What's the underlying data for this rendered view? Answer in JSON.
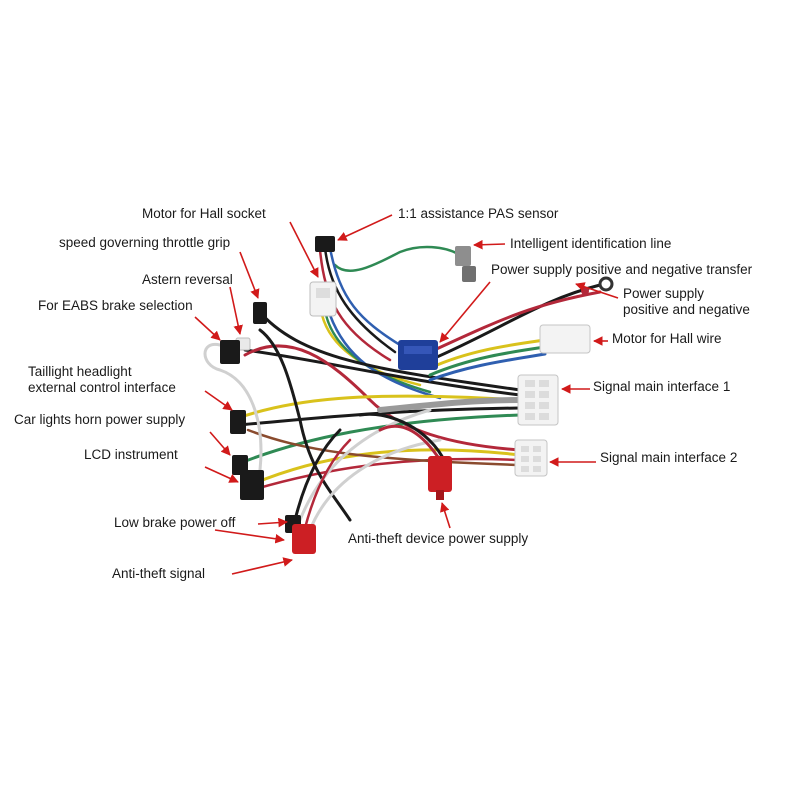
{
  "labels": {
    "motor_hall_socket": "Motor for Hall socket",
    "pas_sensor": "1:1 assistance PAS sensor",
    "throttle_grip": "speed governing throttle grip",
    "intelligent_id_line": "Intelligent identification line",
    "astern_reversal": "Astern reversal",
    "power_transfer": "Power supply positive and negative transfer",
    "power_supply_pn": "Power supply\npositive and negative",
    "eabs_brake": "For EABS brake selection",
    "motor_hall_wire": "Motor for Hall wire",
    "taillight_headlight": "Taillight headlight\nexternal control interface",
    "signal_main_1": "Signal main interface 1",
    "car_lights_horn": "Car lights horn power supply",
    "lcd_instrument": "LCD instrument",
    "signal_main_2": "Signal main interface 2",
    "low_brake": "Low brake power off",
    "anti_theft_power": "Anti-theft device power supply",
    "anti_theft_signal": "Anti-theft signal"
  },
  "colors": {
    "arrow": "#d11a1a",
    "wire_black": "#1a1a1a",
    "wire_red": "#b3283a",
    "wire_yellow": "#d9c21c",
    "wire_green": "#2f8a54",
    "wire_blue": "#2f5fb0",
    "wire_white": "#e8e8e8",
    "wire_brown": "#8a4b2e",
    "connector_white": "#f3f3f3",
    "connector_blue": "#1f3f9a",
    "connector_red": "#cc1f24"
  }
}
